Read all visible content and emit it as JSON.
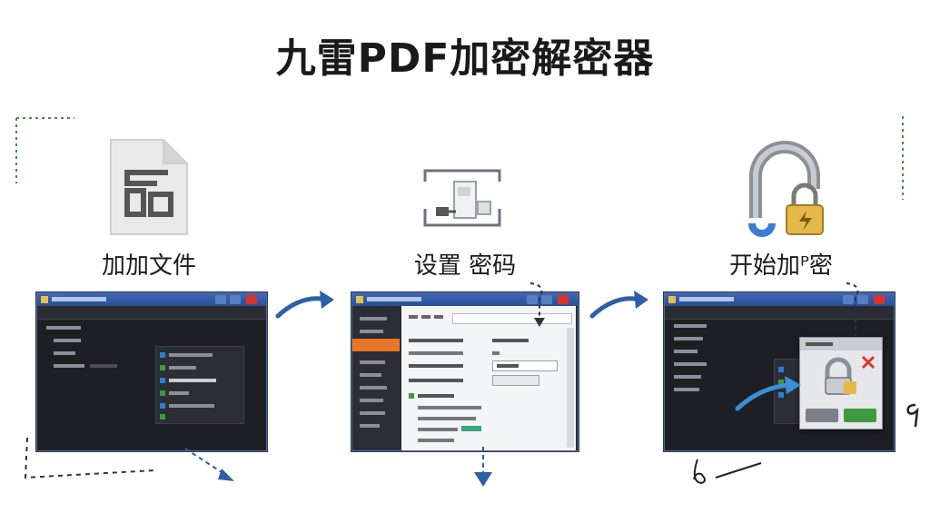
{
  "title": "九雷PDF加密解密器",
  "steps": [
    {
      "label": "加加文件",
      "icon": "pdf-file-icon"
    },
    {
      "label": "设置 密码",
      "icon": "key-lock-settings-icon"
    },
    {
      "label": "开始加ᴾ密",
      "icon": "padlock-icon"
    }
  ],
  "colors": {
    "accent_blue": "#2e5fa8",
    "dialog_red": "#d9342a",
    "dialog_green": "#3f9a3f",
    "dark_bg": "#1d1f24",
    "sidebar_orange": "#e8762a"
  }
}
